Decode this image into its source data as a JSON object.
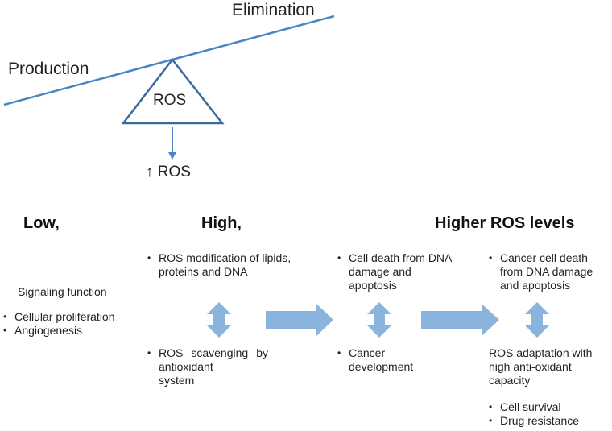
{
  "balance": {
    "elimination_label": "Elimination",
    "production_label": "Production",
    "fulcrum_label": "ROS",
    "increase_label": "↑ ROS"
  },
  "levels": {
    "low": {
      "heading": "Low,",
      "function_label": "Signaling function",
      "bullets": [
        "Cellular proliferation",
        "Angiogenesis"
      ]
    },
    "high": {
      "heading": "High,",
      "top_bullet": "ROS modification of lipids, proteins and DNA",
      "bottom_bullet": {
        "line1": "ROS scavenging by antioxidant",
        "line2": "system"
      }
    },
    "middle": {
      "top_bullet": "Cell death from DNA damage and apoptosis",
      "bottom_bullet": "Cancer development"
    },
    "higher": {
      "heading": "Higher ROS levels",
      "top_bullet": "Cancer cell death from DNA damage and apoptosis",
      "adaptation_label": "ROS adaptation with high anti-oxidant capacity",
      "bullets": [
        "Cell survival",
        "Drug resistance"
      ]
    }
  },
  "colors": {
    "line": "#4a86c4",
    "arrow_fill": "#8ab4de",
    "triangle_stroke": "#3a6a9e"
  }
}
